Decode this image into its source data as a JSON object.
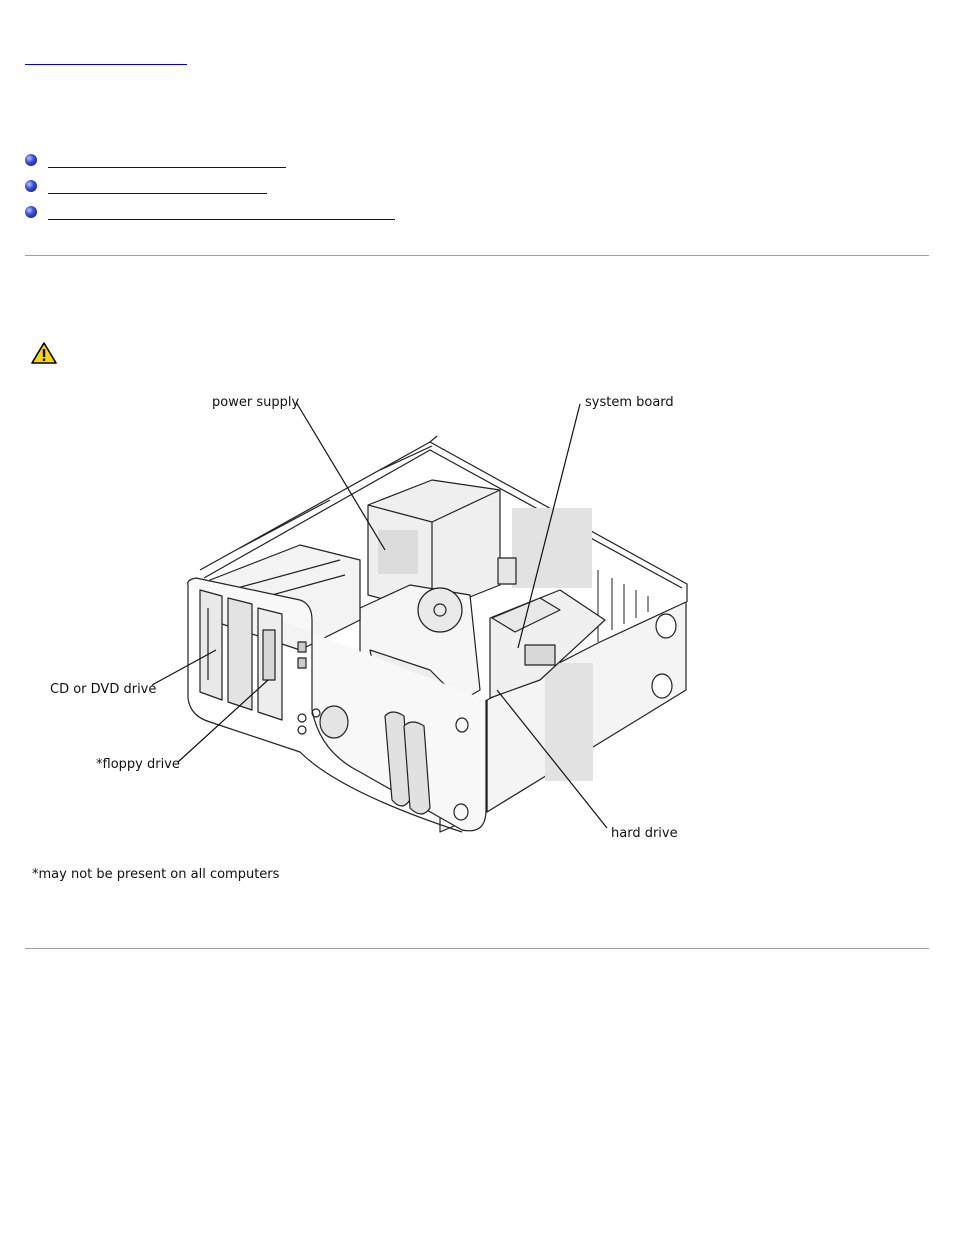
{
  "figure": {
    "labels": {
      "power_supply": "power supply",
      "system_board": "system board",
      "cd_dvd_drive": "CD or DVD drive",
      "floppy_drive": "*floppy drive",
      "hard_drive": "hard drive"
    },
    "footnote": "*may not be present on all computers"
  },
  "icons": {
    "bullet": "blue-sphere-bullet-icon",
    "warning": "caution-triangle-icon"
  },
  "colors": {
    "link": "#0000cc",
    "warning_yellow": "#f5d800"
  }
}
